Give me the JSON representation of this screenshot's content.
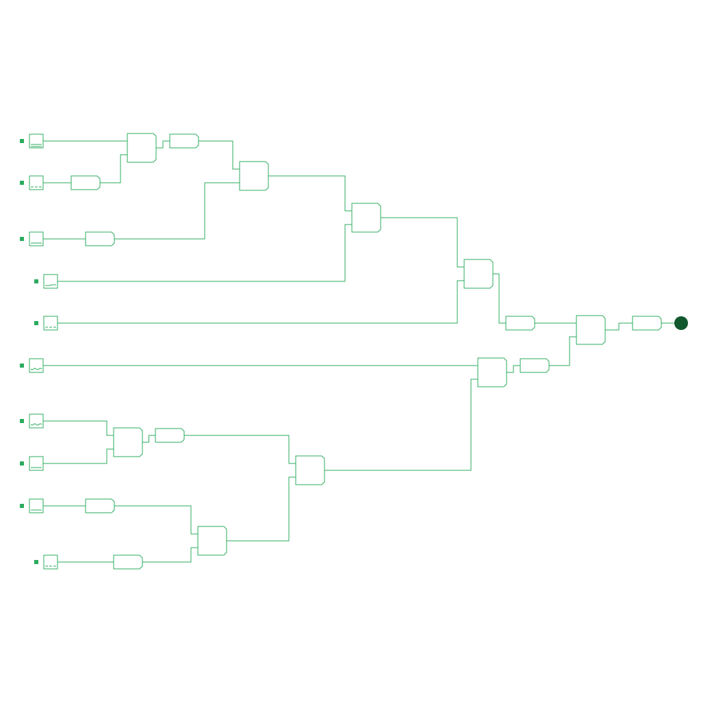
{
  "diagram": {
    "type": "logic-circuit",
    "colors": {
      "wire": "#2bab5e",
      "terminal": "#2bab5e",
      "output": "#12582e",
      "background": "#ffffff"
    },
    "inputs": [
      {
        "id": "in1",
        "glyph": "double-line"
      },
      {
        "id": "in2",
        "glyph": "dashed"
      },
      {
        "id": "in3",
        "glyph": "line"
      },
      {
        "id": "in4",
        "glyph": "step"
      },
      {
        "id": "in5",
        "glyph": "dashed"
      },
      {
        "id": "in6",
        "glyph": "wave"
      },
      {
        "id": "in7",
        "glyph": "wave"
      },
      {
        "id": "in8",
        "glyph": "line"
      },
      {
        "id": "in9",
        "glyph": "line"
      },
      {
        "id": "in10",
        "glyph": "dashed"
      }
    ],
    "gates": [
      {
        "id": "g1",
        "inputs": [
          "in1",
          "b1"
        ]
      },
      {
        "id": "g2",
        "inputs": [
          "b2",
          "b3"
        ]
      },
      {
        "id": "g3",
        "inputs": [
          "g2",
          "in4"
        ]
      },
      {
        "id": "g4",
        "inputs": [
          "g3",
          "in5"
        ]
      },
      {
        "id": "g5",
        "inputs": [
          "in7",
          "in8"
        ]
      },
      {
        "id": "g6",
        "inputs": [
          "b6",
          "b7"
        ]
      },
      {
        "id": "g7",
        "inputs": [
          "b5",
          "g6"
        ]
      },
      {
        "id": "g8",
        "inputs": [
          "in6",
          "g7"
        ]
      },
      {
        "id": "g9",
        "inputs": [
          "b8",
          "b9"
        ]
      }
    ],
    "buffers": [
      {
        "id": "b1",
        "input": "in2"
      },
      {
        "id": "b2",
        "input": "g1"
      },
      {
        "id": "b3",
        "input": "in3"
      },
      {
        "id": "b5",
        "input": "g5"
      },
      {
        "id": "b6",
        "input": "in9"
      },
      {
        "id": "b7",
        "input": "in10"
      },
      {
        "id": "b8",
        "input": "g4"
      },
      {
        "id": "b9",
        "input": "g8"
      },
      {
        "id": "b10",
        "input": "g9"
      }
    ],
    "output": {
      "id": "out",
      "input": "b10"
    }
  }
}
